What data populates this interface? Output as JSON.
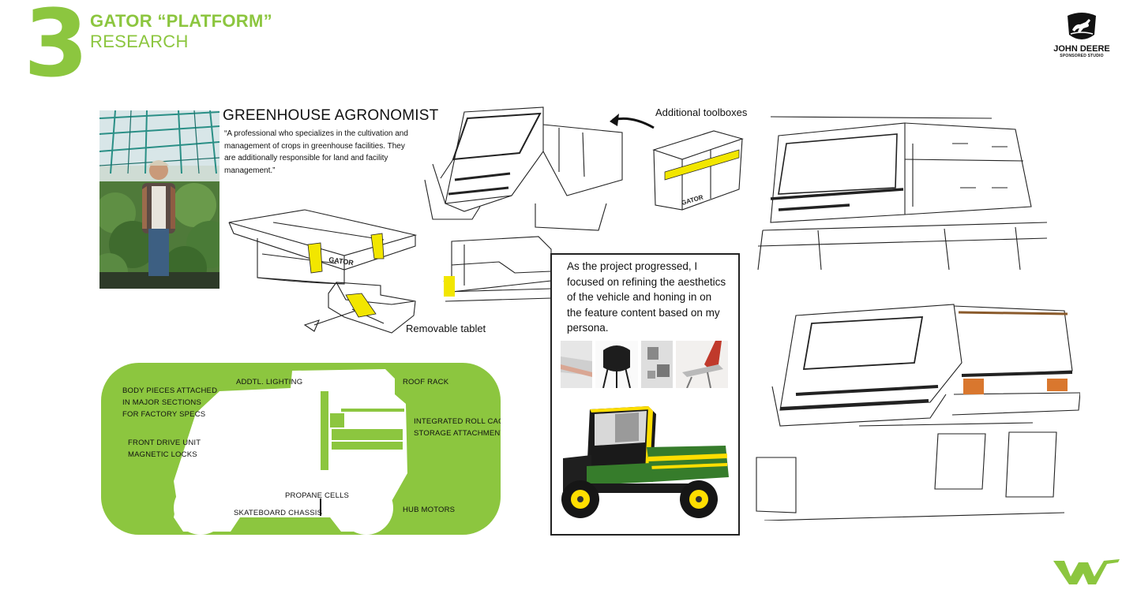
{
  "header": {
    "section_number": "3",
    "title_line1": "GATOR “PLATFORM”",
    "title_line2": "RESEARCH"
  },
  "logo": {
    "brand": "JOHN DEERE",
    "sub": "SPONSORED STUDIO"
  },
  "persona": {
    "heading": "GREENHOUSE AGRONOMIST",
    "quote": "“A professional who specializes in the cultivation and management of crops in greenhouse facilities. They are additionally responsible for land and facility management.”"
  },
  "sketch_labels": {
    "toolboxes": "Additional toolboxes",
    "tablet": "Removable tablet",
    "gator_brand": "GATOR"
  },
  "project_note": {
    "text": "As the project progressed, I focused on refining the aesthetics of the vehicle and honing in on the feature content based on my persona."
  },
  "chassis": {
    "labels": {
      "body_pieces": "BODY PIECES ATTACHED\nIN MAJOR SECTIONS\nFOR FACTORY SPECS",
      "lighting": "ADDTL. LIGHTING",
      "roof_rack": "ROOF RACK",
      "roll_cage": "INTEGRATED ROLL CAGE\nSTORAGE ATTACHMENTS",
      "front_drive": "FRONT DRIVE UNIT\nMAGNETIC LOCKS",
      "propane": "PROPANE CELLS",
      "skateboard": "SKATEBOARD CHASSIS",
      "hub_motors": "HUB MOTORS"
    }
  },
  "colors": {
    "accent_green": "#8cc63f",
    "highlight_yellow": "#f2e600",
    "deere_green": "#367c2b",
    "deere_yellow": "#ffde00"
  }
}
